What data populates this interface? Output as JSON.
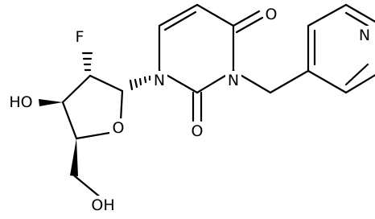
{
  "atoms": {
    "F": "F",
    "O_4H": "O",
    "O_2": "O",
    "N_pyridine": "N",
    "N1": "N",
    "N3": "N",
    "O_ring": "O",
    "O_3H": "HO",
    "O_5H": "OH"
  }
}
